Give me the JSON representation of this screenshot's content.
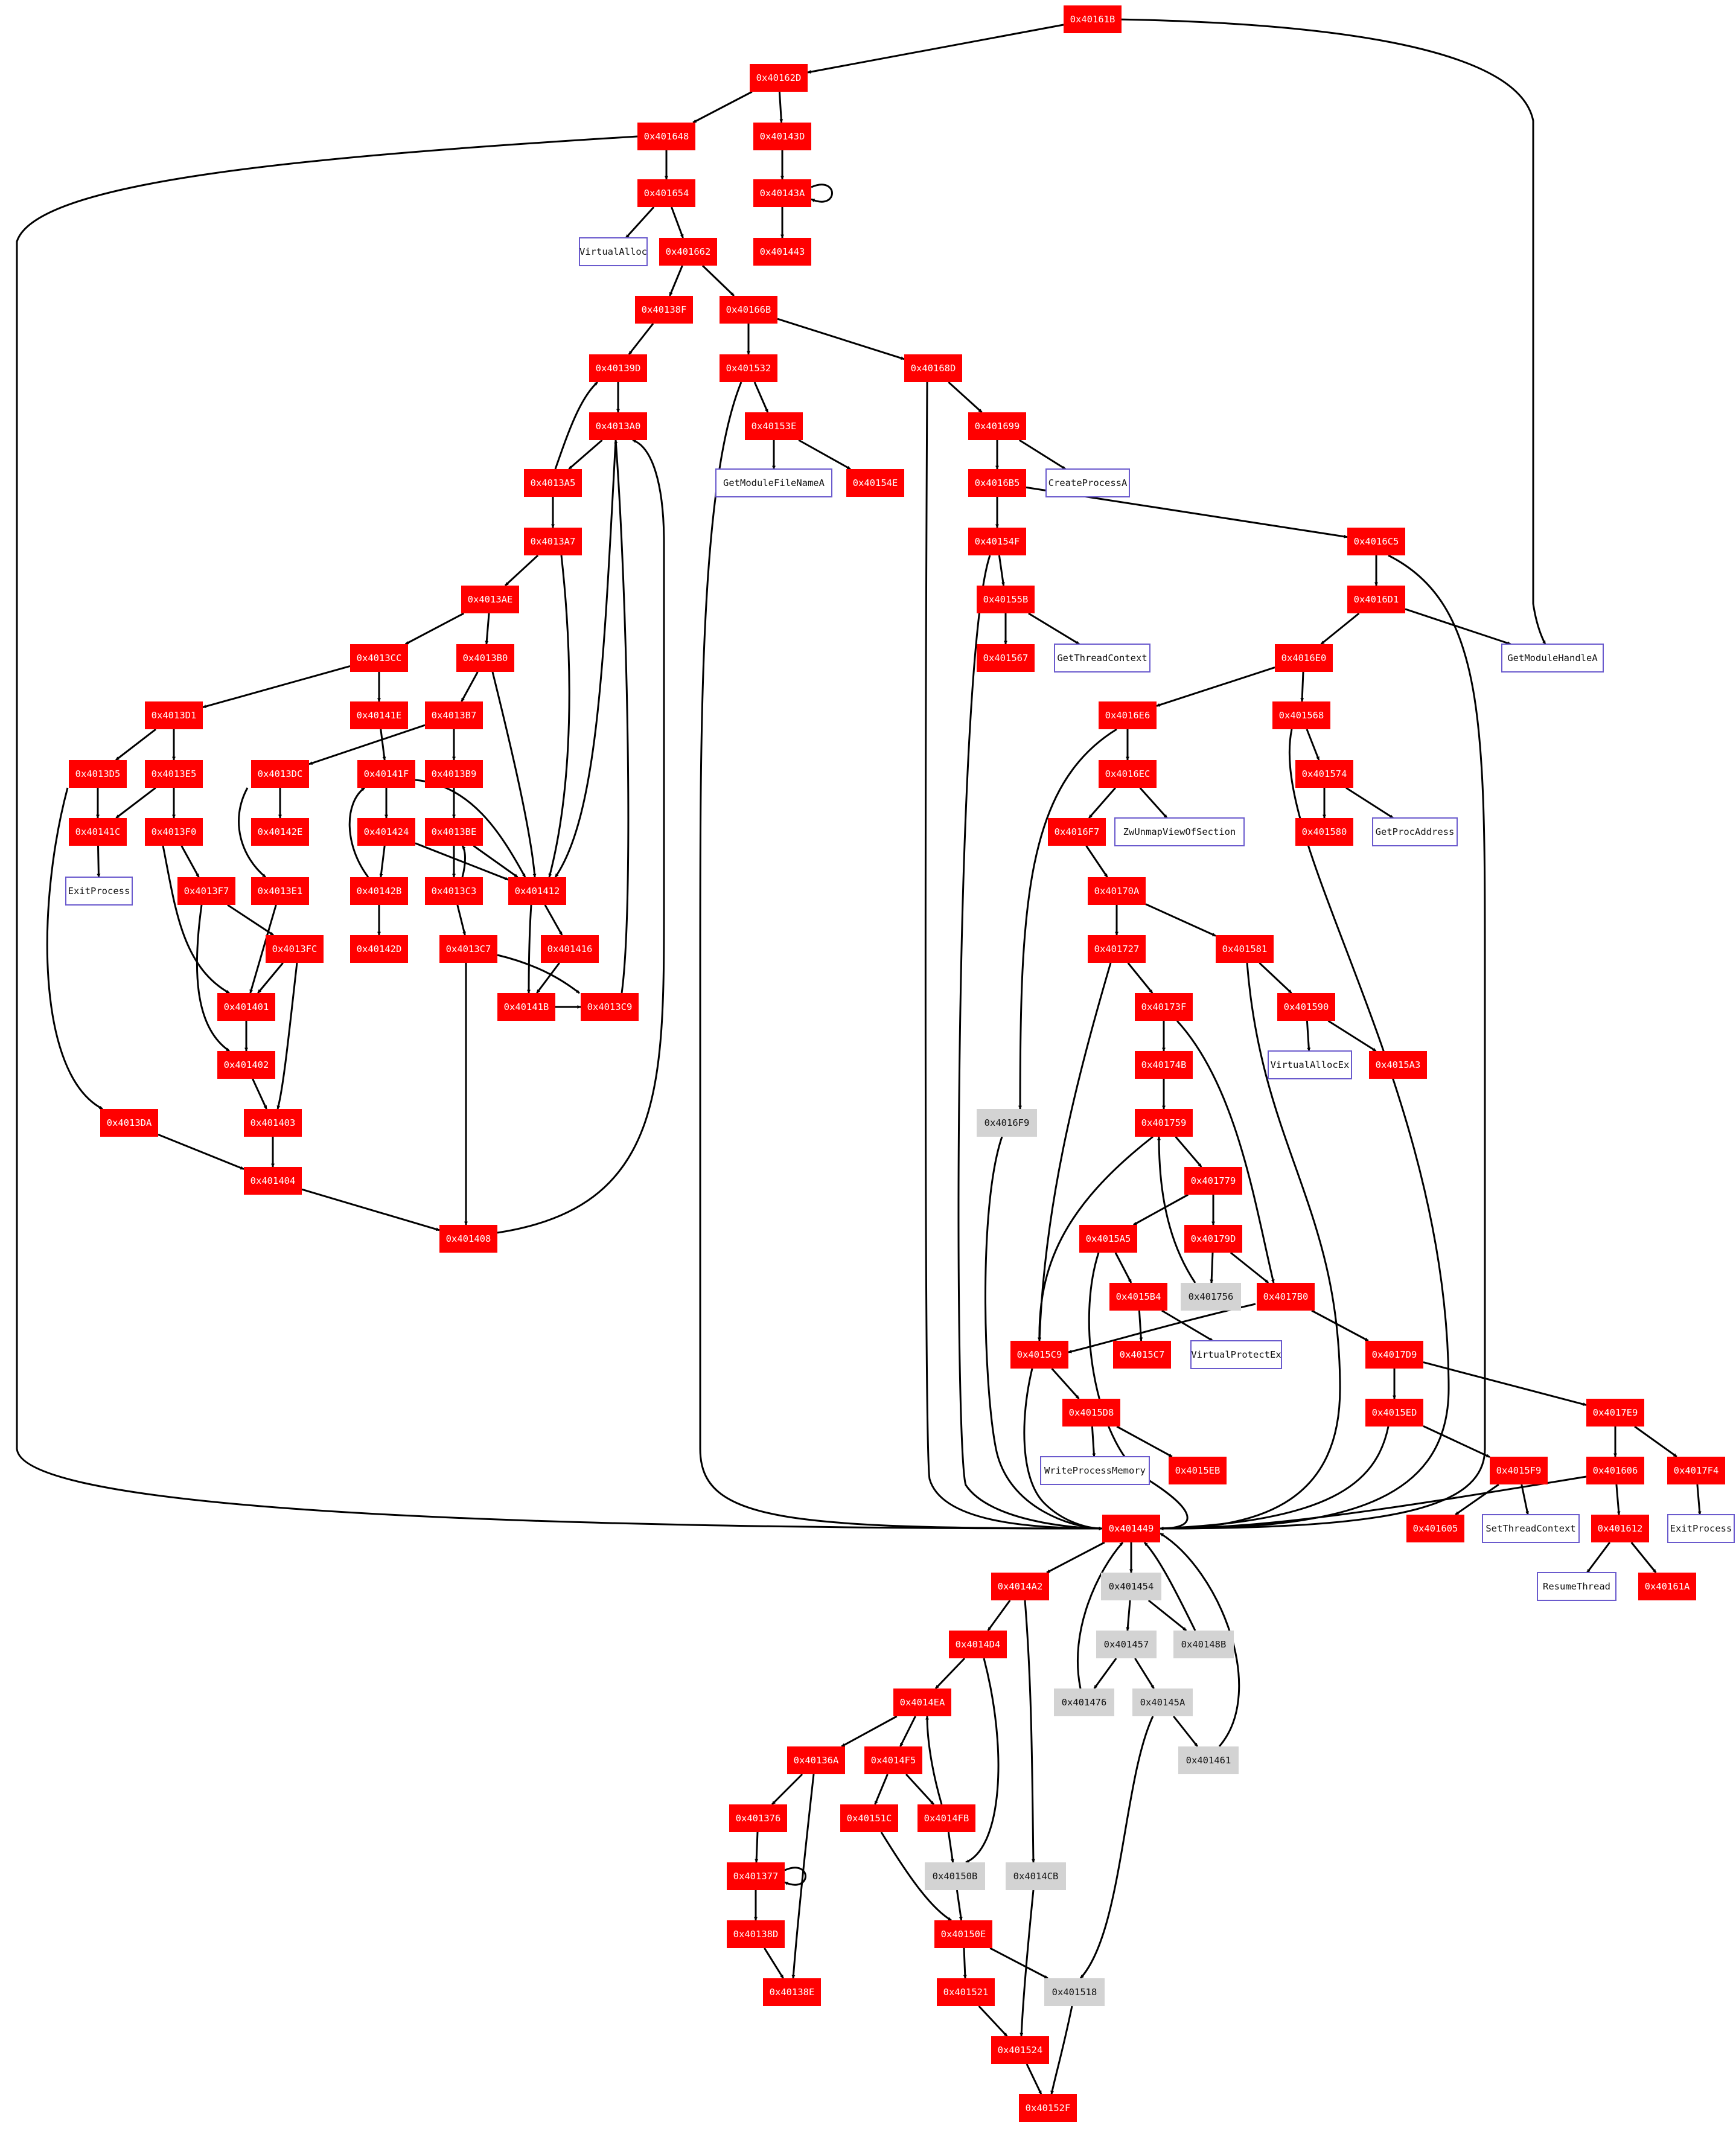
{
  "colors": {
    "code_block": "#ff0000",
    "unreached_block": "#d3d3d3",
    "api_fill": "#ffffff",
    "api_border": "#6a5acd",
    "edge": "#000000"
  },
  "nodes": [
    {
      "id": "n40161B",
      "label": "0x40161B",
      "kind": "red"
    },
    {
      "id": "n40162D",
      "label": "0x40162D",
      "kind": "red"
    },
    {
      "id": "n401648",
      "label": "0x401648",
      "kind": "red"
    },
    {
      "id": "n40143D",
      "label": "0x40143D",
      "kind": "red"
    },
    {
      "id": "n401654",
      "label": "0x401654",
      "kind": "red"
    },
    {
      "id": "n40143A",
      "label": "0x40143A",
      "kind": "red"
    },
    {
      "id": "VirtualAlloc",
      "label": "VirtualAlloc",
      "kind": "api"
    },
    {
      "id": "n401662",
      "label": "0x401662",
      "kind": "red"
    },
    {
      "id": "n401443",
      "label": "0x401443",
      "kind": "red"
    },
    {
      "id": "n40138F",
      "label": "0x40138F",
      "kind": "red"
    },
    {
      "id": "n40166B",
      "label": "0x40166B",
      "kind": "red"
    },
    {
      "id": "n40139D",
      "label": "0x40139D",
      "kind": "red"
    },
    {
      "id": "n401532",
      "label": "0x401532",
      "kind": "red"
    },
    {
      "id": "n40168D",
      "label": "0x40168D",
      "kind": "red"
    },
    {
      "id": "n4013A0",
      "label": "0x4013A0",
      "kind": "red"
    },
    {
      "id": "n40153E",
      "label": "0x40153E",
      "kind": "red"
    },
    {
      "id": "n401699",
      "label": "0x401699",
      "kind": "red"
    },
    {
      "id": "n4013A5",
      "label": "0x4013A5",
      "kind": "red"
    },
    {
      "id": "GetModuleFileNameA",
      "label": "GetModuleFileNameA",
      "kind": "api"
    },
    {
      "id": "n40154E",
      "label": "0x40154E",
      "kind": "red"
    },
    {
      "id": "n4016B5",
      "label": "0x4016B5",
      "kind": "red"
    },
    {
      "id": "CreateProcessA",
      "label": "CreateProcessA",
      "kind": "api"
    },
    {
      "id": "n4013A7",
      "label": "0x4013A7",
      "kind": "red"
    },
    {
      "id": "n40154F",
      "label": "0x40154F",
      "kind": "red"
    },
    {
      "id": "n4016C5",
      "label": "0x4016C5",
      "kind": "red"
    },
    {
      "id": "n4013AE",
      "label": "0x4013AE",
      "kind": "red"
    },
    {
      "id": "n40155B",
      "label": "0x40155B",
      "kind": "red"
    },
    {
      "id": "n4016D1",
      "label": "0x4016D1",
      "kind": "red"
    },
    {
      "id": "n4013CC",
      "label": "0x4013CC",
      "kind": "red"
    },
    {
      "id": "n4013B0",
      "label": "0x4013B0",
      "kind": "red"
    },
    {
      "id": "n401567",
      "label": "0x401567",
      "kind": "red"
    },
    {
      "id": "GetThreadContext",
      "label": "GetThreadContext",
      "kind": "api"
    },
    {
      "id": "n4016E0",
      "label": "0x4016E0",
      "kind": "red"
    },
    {
      "id": "GetModuleHandleA",
      "label": "GetModuleHandleA",
      "kind": "api"
    },
    {
      "id": "n4013D1",
      "label": "0x4013D1",
      "kind": "red"
    },
    {
      "id": "n40141E",
      "label": "0x40141E",
      "kind": "red"
    },
    {
      "id": "n4013B7",
      "label": "0x4013B7",
      "kind": "red"
    },
    {
      "id": "n4016E6",
      "label": "0x4016E6",
      "kind": "red"
    },
    {
      "id": "n401568",
      "label": "0x401568",
      "kind": "red"
    },
    {
      "id": "n4013D5",
      "label": "0x4013D5",
      "kind": "red"
    },
    {
      "id": "n4013E5",
      "label": "0x4013E5",
      "kind": "red"
    },
    {
      "id": "n4013DC",
      "label": "0x4013DC",
      "kind": "red"
    },
    {
      "id": "n40141F",
      "label": "0x40141F",
      "kind": "red"
    },
    {
      "id": "n4013B9",
      "label": "0x4013B9",
      "kind": "red"
    },
    {
      "id": "n4016EC",
      "label": "0x4016EC",
      "kind": "red"
    },
    {
      "id": "n401574",
      "label": "0x401574",
      "kind": "red"
    },
    {
      "id": "n40141C",
      "label": "0x40141C",
      "kind": "red"
    },
    {
      "id": "n4013F0",
      "label": "0x4013F0",
      "kind": "red"
    },
    {
      "id": "n40142E",
      "label": "0x40142E",
      "kind": "red"
    },
    {
      "id": "n401424",
      "label": "0x401424",
      "kind": "red"
    },
    {
      "id": "n4013BE",
      "label": "0x4013BE",
      "kind": "red"
    },
    {
      "id": "n4016F7",
      "label": "0x4016F7",
      "kind": "red"
    },
    {
      "id": "ZwUnmapViewOfSection",
      "label": "ZwUnmapViewOfSection",
      "kind": "api"
    },
    {
      "id": "n401580",
      "label": "0x401580",
      "kind": "red"
    },
    {
      "id": "GetProcAddress",
      "label": "GetProcAddress",
      "kind": "api"
    },
    {
      "id": "ExitProcess1",
      "label": "ExitProcess",
      "kind": "api"
    },
    {
      "id": "n4013F7",
      "label": "0x4013F7",
      "kind": "red"
    },
    {
      "id": "n4013E1",
      "label": "0x4013E1",
      "kind": "red"
    },
    {
      "id": "n40142B",
      "label": "0x40142B",
      "kind": "red"
    },
    {
      "id": "n4013C3",
      "label": "0x4013C3",
      "kind": "red"
    },
    {
      "id": "n401412",
      "label": "0x401412",
      "kind": "red"
    },
    {
      "id": "n40170A",
      "label": "0x40170A",
      "kind": "red"
    },
    {
      "id": "n4013FC",
      "label": "0x4013FC",
      "kind": "red"
    },
    {
      "id": "n40142D",
      "label": "0x40142D",
      "kind": "red"
    },
    {
      "id": "n4013C7",
      "label": "0x4013C7",
      "kind": "red"
    },
    {
      "id": "n401416",
      "label": "0x401416",
      "kind": "red"
    },
    {
      "id": "n401727",
      "label": "0x401727",
      "kind": "red"
    },
    {
      "id": "n401581",
      "label": "0x401581",
      "kind": "red"
    },
    {
      "id": "n401401",
      "label": "0x401401",
      "kind": "red"
    },
    {
      "id": "n40141B",
      "label": "0x40141B",
      "kind": "red"
    },
    {
      "id": "n4013C9",
      "label": "0x4013C9",
      "kind": "red"
    },
    {
      "id": "n40173F",
      "label": "0x40173F",
      "kind": "red"
    },
    {
      "id": "n401590",
      "label": "0x401590",
      "kind": "red"
    },
    {
      "id": "n401402",
      "label": "0x401402",
      "kind": "red"
    },
    {
      "id": "n40174B",
      "label": "0x40174B",
      "kind": "red"
    },
    {
      "id": "VirtualAllocEx",
      "label": "VirtualAllocEx",
      "kind": "api"
    },
    {
      "id": "n4015A3",
      "label": "0x4015A3",
      "kind": "red"
    },
    {
      "id": "n4013DA",
      "label": "0x4013DA",
      "kind": "red"
    },
    {
      "id": "n401403",
      "label": "0x401403",
      "kind": "red"
    },
    {
      "id": "n4016F9",
      "label": "0x4016F9",
      "kind": "gray"
    },
    {
      "id": "n401759",
      "label": "0x401759",
      "kind": "red"
    },
    {
      "id": "n401404",
      "label": "0x401404",
      "kind": "red"
    },
    {
      "id": "n401779",
      "label": "0x401779",
      "kind": "red"
    },
    {
      "id": "n401408",
      "label": "0x401408",
      "kind": "red"
    },
    {
      "id": "n4015A5",
      "label": "0x4015A5",
      "kind": "red"
    },
    {
      "id": "n40179D",
      "label": "0x40179D",
      "kind": "red"
    },
    {
      "id": "n4015B4",
      "label": "0x4015B4",
      "kind": "red"
    },
    {
      "id": "n401756",
      "label": "0x401756",
      "kind": "gray"
    },
    {
      "id": "n4017B0",
      "label": "0x4017B0",
      "kind": "red"
    },
    {
      "id": "n4015C9",
      "label": "0x4015C9",
      "kind": "red"
    },
    {
      "id": "n4015C7",
      "label": "0x4015C7",
      "kind": "red"
    },
    {
      "id": "VirtualProtectEx",
      "label": "VirtualProtectEx",
      "kind": "api"
    },
    {
      "id": "n4017D9",
      "label": "0x4017D9",
      "kind": "red"
    },
    {
      "id": "n4015D8",
      "label": "0x4015D8",
      "kind": "red"
    },
    {
      "id": "n4015ED",
      "label": "0x4015ED",
      "kind": "red"
    },
    {
      "id": "n4017E9",
      "label": "0x4017E9",
      "kind": "red"
    },
    {
      "id": "WriteProcessMemory",
      "label": "WriteProcessMemory",
      "kind": "api"
    },
    {
      "id": "n4015EB",
      "label": "0x4015EB",
      "kind": "red"
    },
    {
      "id": "n4015F9",
      "label": "0x4015F9",
      "kind": "red"
    },
    {
      "id": "n401606",
      "label": "0x401606",
      "kind": "red"
    },
    {
      "id": "n4017F4",
      "label": "0x4017F4",
      "kind": "red"
    },
    {
      "id": "n401449",
      "label": "0x401449",
      "kind": "red"
    },
    {
      "id": "n401605",
      "label": "0x401605",
      "kind": "red"
    },
    {
      "id": "SetThreadContext",
      "label": "SetThreadContext",
      "kind": "api"
    },
    {
      "id": "n401612",
      "label": "0x401612",
      "kind": "red"
    },
    {
      "id": "ExitProcess2",
      "label": "ExitProcess",
      "kind": "api"
    },
    {
      "id": "n4014A2",
      "label": "0x4014A2",
      "kind": "red"
    },
    {
      "id": "n401454",
      "label": "0x401454",
      "kind": "gray"
    },
    {
      "id": "ResumeThread",
      "label": "ResumeThread",
      "kind": "api"
    },
    {
      "id": "n40161A",
      "label": "0x40161A",
      "kind": "red"
    },
    {
      "id": "n4014D4",
      "label": "0x4014D4",
      "kind": "red"
    },
    {
      "id": "n401457",
      "label": "0x401457",
      "kind": "gray"
    },
    {
      "id": "n40148B",
      "label": "0x40148B",
      "kind": "gray"
    },
    {
      "id": "n4014EA",
      "label": "0x4014EA",
      "kind": "red"
    },
    {
      "id": "n401476",
      "label": "0x401476",
      "kind": "gray"
    },
    {
      "id": "n40145A",
      "label": "0x40145A",
      "kind": "gray"
    },
    {
      "id": "n40136A",
      "label": "0x40136A",
      "kind": "red"
    },
    {
      "id": "n4014F5",
      "label": "0x4014F5",
      "kind": "red"
    },
    {
      "id": "n401461",
      "label": "0x401461",
      "kind": "gray"
    },
    {
      "id": "n401376",
      "label": "0x401376",
      "kind": "red"
    },
    {
      "id": "n40151C",
      "label": "0x40151C",
      "kind": "red"
    },
    {
      "id": "n4014FB",
      "label": "0x4014FB",
      "kind": "red"
    },
    {
      "id": "n401377",
      "label": "0x401377",
      "kind": "red"
    },
    {
      "id": "n40150B",
      "label": "0x40150B",
      "kind": "gray"
    },
    {
      "id": "n4014CB",
      "label": "0x4014CB",
      "kind": "gray"
    },
    {
      "id": "n40138D",
      "label": "0x40138D",
      "kind": "red"
    },
    {
      "id": "n40150E",
      "label": "0x40150E",
      "kind": "red"
    },
    {
      "id": "n40138E",
      "label": "0x40138E",
      "kind": "red"
    },
    {
      "id": "n401521",
      "label": "0x401521",
      "kind": "red"
    },
    {
      "id": "n401518",
      "label": "0x401518",
      "kind": "gray"
    },
    {
      "id": "n401524",
      "label": "0x401524",
      "kind": "red"
    },
    {
      "id": "n40152F",
      "label": "0x40152F",
      "kind": "red"
    }
  ]
}
